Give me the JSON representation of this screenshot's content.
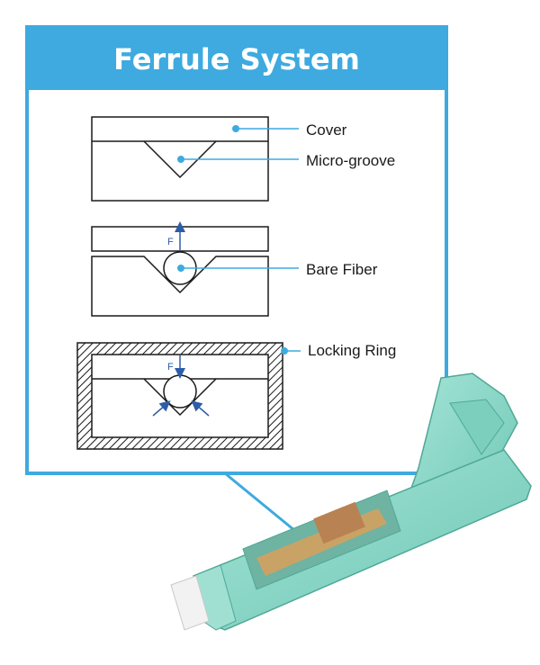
{
  "panel": {
    "title": "Ferrule System",
    "accent_color": "#3eaadf",
    "text_color": "#ffffff"
  },
  "diagrams": [
    {
      "id": "cover-groove",
      "labels": [
        "Cover",
        "Micro-groove"
      ]
    },
    {
      "id": "bare-fiber",
      "labels": [
        "Bare Fiber"
      ],
      "force_label": "F"
    },
    {
      "id": "locking-ring",
      "labels": [
        "Locking Ring"
      ],
      "force_label": "F"
    }
  ],
  "colors": {
    "line": "#1a1a1a",
    "leader": "#3eaadf",
    "arrow": "#2d5da8",
    "connector_body": "#8fdccd",
    "connector_shadow": "#5fb8a6",
    "fiber_core": "#d9a05a"
  }
}
